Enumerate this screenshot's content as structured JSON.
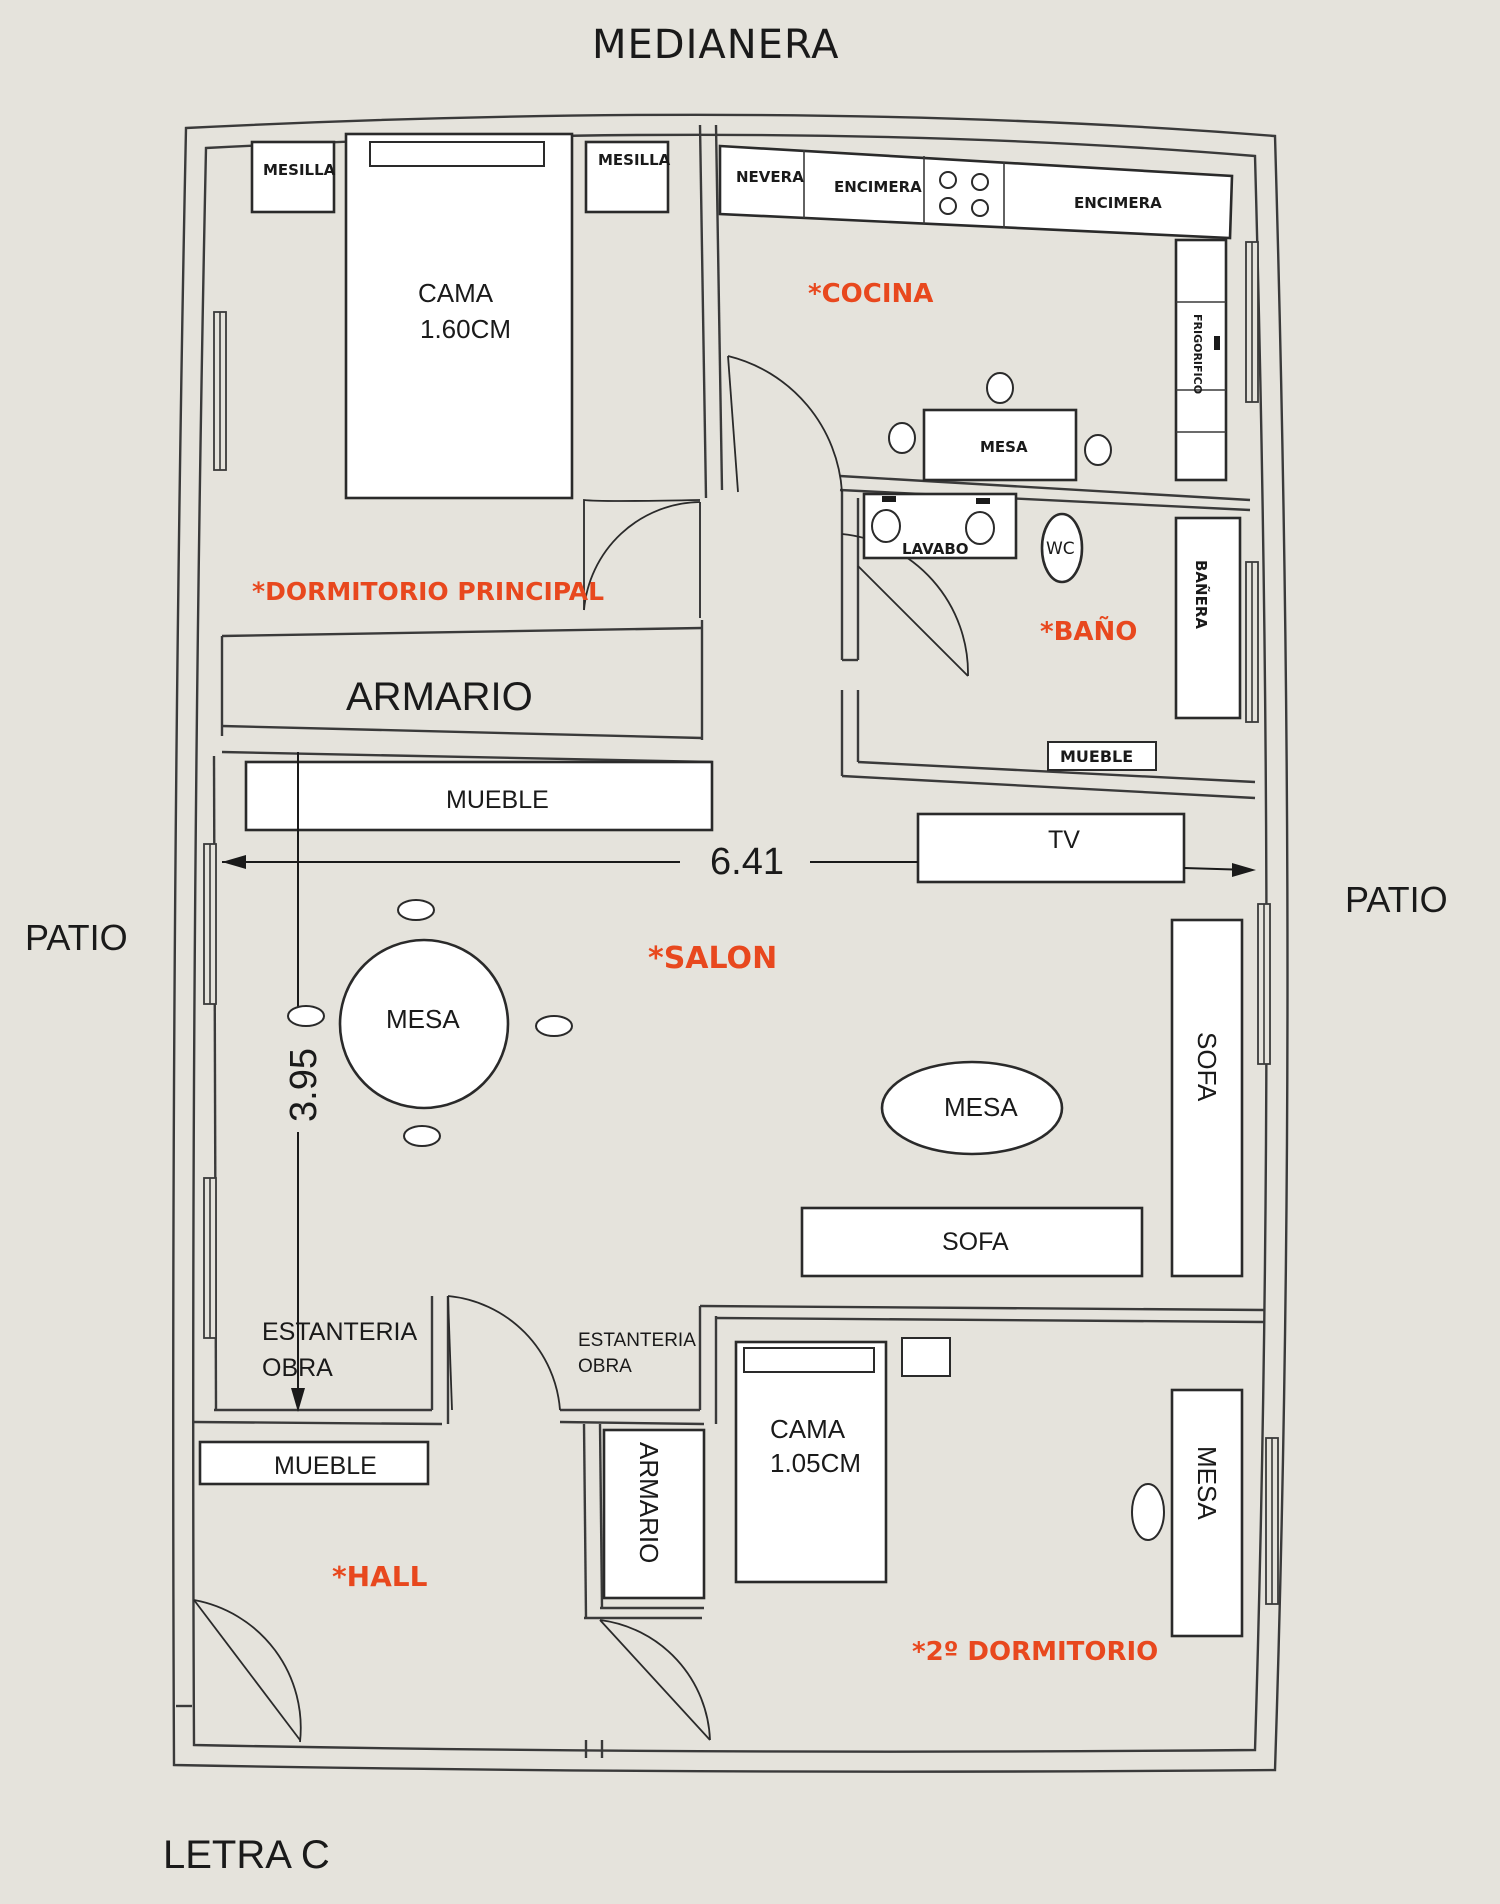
{
  "surroundings": {
    "top": "MEDIANERA",
    "left": "PATIO",
    "right": "PATIO",
    "bottom": "LETRA C"
  },
  "rooms": {
    "dormitorio_principal": "*DORMITORIO PRINCIPAL",
    "cocina": "*COCINA",
    "bano": "*BAÑO",
    "salon": "*SALON",
    "hall": "*HALL",
    "segundo_dormitorio": "*2º DORMITORIO"
  },
  "furniture": {
    "mesilla_left": "MESILLA",
    "mesilla_right": "MESILLA",
    "cama_principal_1": "CAMA",
    "cama_principal_2": "1.60CM",
    "armario_principal": "ARMARIO",
    "nevera": "NEVERA",
    "encimera_1": "ENCIMERA",
    "encimera_2": "ENCIMERA",
    "frigorifico": "FRIGORIFICO",
    "mesa_cocina": "MESA",
    "lavabo": "LAVABO",
    "wc": "WC",
    "banera": "BAÑERA",
    "mueble_bano": "MUEBLE",
    "mueble_salon": "MUEBLE",
    "tv": "TV",
    "mesa_redonda": "MESA",
    "mesa_centro": "MESA",
    "sofa_vertical": "SOFA",
    "sofa_horizontal": "SOFA",
    "estanteria_obra_1a": "ESTANTERIA",
    "estanteria_obra_1b": "OBRA",
    "estanteria_obra_2a": "ESTANTERIA",
    "estanteria_obra_2b": "OBRA",
    "mueble_hall": "MUEBLE",
    "armario_hall": "ARMARIO",
    "cama_dormitorio2_1": "CAMA",
    "cama_dormitorio2_2": "1.05CM",
    "mesa_dormitorio2": "MESA"
  },
  "dimensions": {
    "width": "6.41",
    "depth": "3.95"
  },
  "colors": {
    "room_label": "#e8481e",
    "paper": "#e5e3dc",
    "ink": "#1a1a1a"
  }
}
